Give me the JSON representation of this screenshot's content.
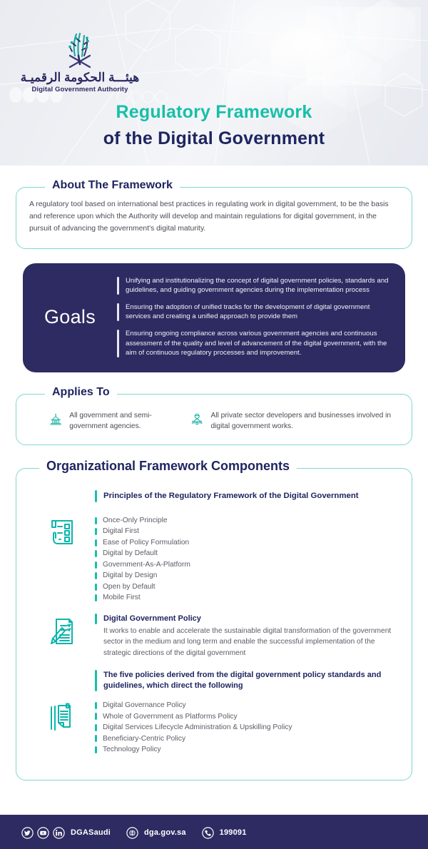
{
  "brand": {
    "accent_teal": "#17bfa8",
    "navy": "#1f2560",
    "panel_border": "#7fd8cf",
    "goals_bg": "#2e2b62",
    "body_text": "#5b5b66",
    "logo_icon_name": "dga-circuit-palm-swords-logo",
    "logo_arabic": "هيئـــة الحكومة الرقميـة",
    "logo_english": "Digital Government Authority"
  },
  "header": {
    "title_line_1": "Regulatory Framework",
    "title_line_2": "of the Digital Government"
  },
  "about": {
    "heading": "About The Framework",
    "body": "A regulatory tool based on international best practices in regulating work in digital government, to be the basis and reference upon which the Authority will develop and maintain regulations for digital government, in the pursuit of advancing the government's digital maturity."
  },
  "goals": {
    "label": "Goals",
    "items": [
      "Unifying and institutionalizing the concept of digital government policies, standards and guidelines, and guiding government agencies during the implementation process",
      "Ensuring the adoption of unified tracks for the development of digital government services and creating a unified approach to provide them",
      "Ensuring ongoing compliance across various government agencies and continuous assessment of the quality and level of advancement of the digital government, with the aim of continuous regulatory processes and improvement."
    ]
  },
  "applies_to": {
    "heading": "Applies To",
    "items": [
      {
        "icon": "government-building-icon",
        "text": "All government and semi-government agencies."
      },
      {
        "icon": "private-sector-worker-icon",
        "text": "All private sector developers and businesses involved in digital government works."
      }
    ]
  },
  "org_framework": {
    "heading": "Organizational Framework Components",
    "principles": {
      "title": "Principles of the Regulatory Framework of the Digital Government",
      "icon": "checklist-hand-icon",
      "items": [
        "Once-Only Principle",
        "Digital First",
        "Ease of Policy Formulation",
        "Digital by Default",
        "Government-As-A-Platform",
        "Digital by Design",
        "Open by Default",
        "Mobile First"
      ]
    },
    "policy": {
      "icon": "document-pencil-icon",
      "title": "Digital Government Policy",
      "body": "It works to enable and accelerate the sustainable digital transformation of the government sector in the medium and long term and enable the successful implementation of the strategic directions of the digital government"
    },
    "five_policies": {
      "icon": "stacked-documents-icon",
      "title": "The five policies derived from the digital government policy standards and guidelines, which direct the following",
      "items": [
        "Digital Governance Policy",
        "Whole of Government as Platforms Policy",
        "Digital Services Lifecycle Administration & Upskilling Policy",
        "Beneficiary-Centric Policy",
        "Technology Policy"
      ]
    }
  },
  "footer": {
    "social": {
      "icons": [
        "twitter-icon",
        "youtube-icon",
        "linkedin-icon"
      ],
      "handle": "DGASaudi"
    },
    "website": {
      "icon": "globe-icon",
      "label": "dga.gov.sa"
    },
    "phone": {
      "icon": "phone-icon",
      "label": "199091"
    }
  }
}
